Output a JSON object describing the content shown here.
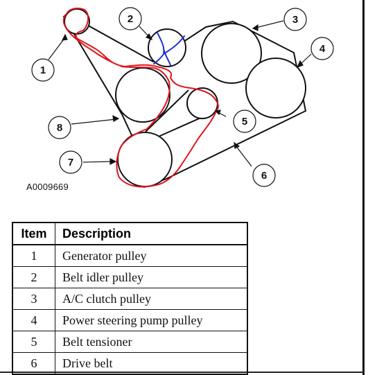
{
  "figure_id": "A0009669",
  "callouts": [
    "1",
    "2",
    "3",
    "4",
    "5",
    "6",
    "7",
    "8"
  ],
  "table": {
    "headers": {
      "item": "Item",
      "description": "Description"
    },
    "rows": [
      {
        "item": "1",
        "description": "Generator pulley"
      },
      {
        "item": "2",
        "description": "Belt idler pulley"
      },
      {
        "item": "3",
        "description": "A/C clutch pulley"
      },
      {
        "item": "4",
        "description": "Power steering pump pulley"
      },
      {
        "item": "5",
        "description": "Belt tensioner"
      },
      {
        "item": "6",
        "description": "Drive belt"
      }
    ]
  },
  "colors": {
    "ink": "#111111",
    "annotation_red": "#e0141e",
    "annotation_blue": "#1f2fd6"
  }
}
